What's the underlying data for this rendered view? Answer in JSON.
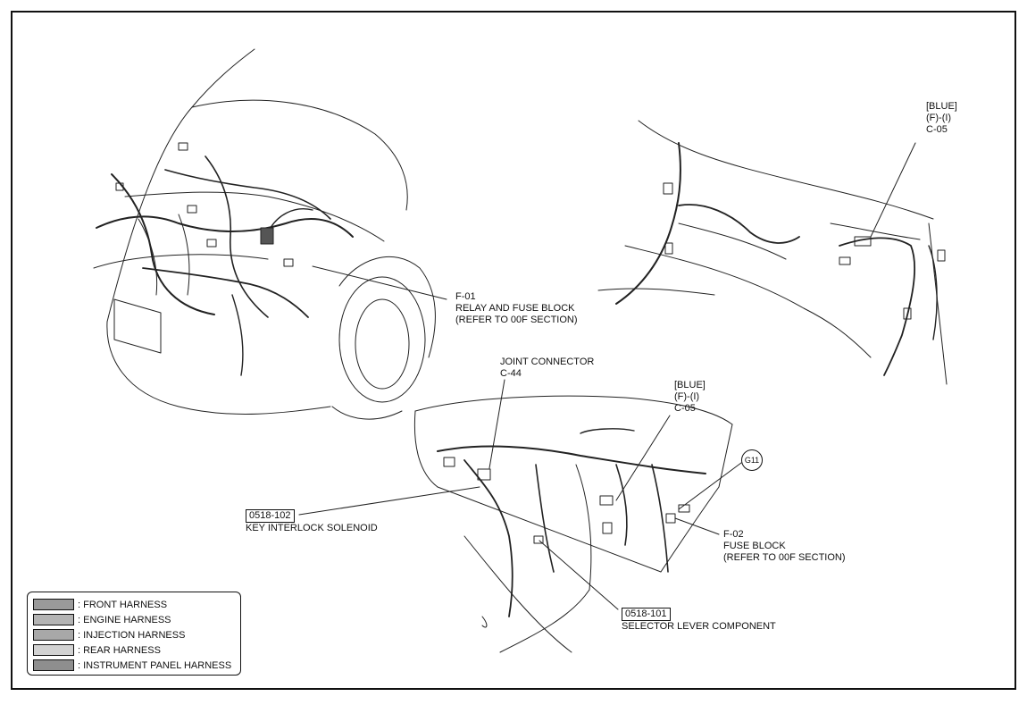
{
  "callouts": {
    "f01": {
      "code": "F-01",
      "line1": "RELAY AND FUSE BLOCK",
      "line2": "(REFER TO 00F SECTION)"
    },
    "blue_top": {
      "line1": "[BLUE]",
      "line2": "(F)-(I)",
      "line3": "C-05"
    },
    "joint": {
      "line1": "JOINT CONNECTOR",
      "line2": "C-44"
    },
    "blue_mid": {
      "line1": "[BLUE]",
      "line2": "(F)-(I)",
      "line3": "C-05"
    },
    "g11": {
      "label": "G11"
    },
    "f02": {
      "code": "F-02",
      "line1": "FUSE BLOCK",
      "line2": "(REFER TO 00F SECTION)"
    },
    "key_interlock": {
      "code": "0518-102",
      "label": "KEY INTERLOCK SOLENOID"
    },
    "selector": {
      "code": "0518-101",
      "label": "SELECTOR LEVER COMPONENT"
    }
  },
  "legend": {
    "items": [
      {
        "label": ": FRONT HARNESS",
        "color": "#9a9a9a"
      },
      {
        "label": ": ENGINE HARNESS",
        "color": "#b4b4b4"
      },
      {
        "label": ": INJECTION HARNESS",
        "color": "#a8a8a8"
      },
      {
        "label": ": REAR HARNESS",
        "color": "#d2d2d2"
      },
      {
        "label": ": INSTRUMENT PANEL HARNESS",
        "color": "#8e8e8e"
      }
    ]
  }
}
